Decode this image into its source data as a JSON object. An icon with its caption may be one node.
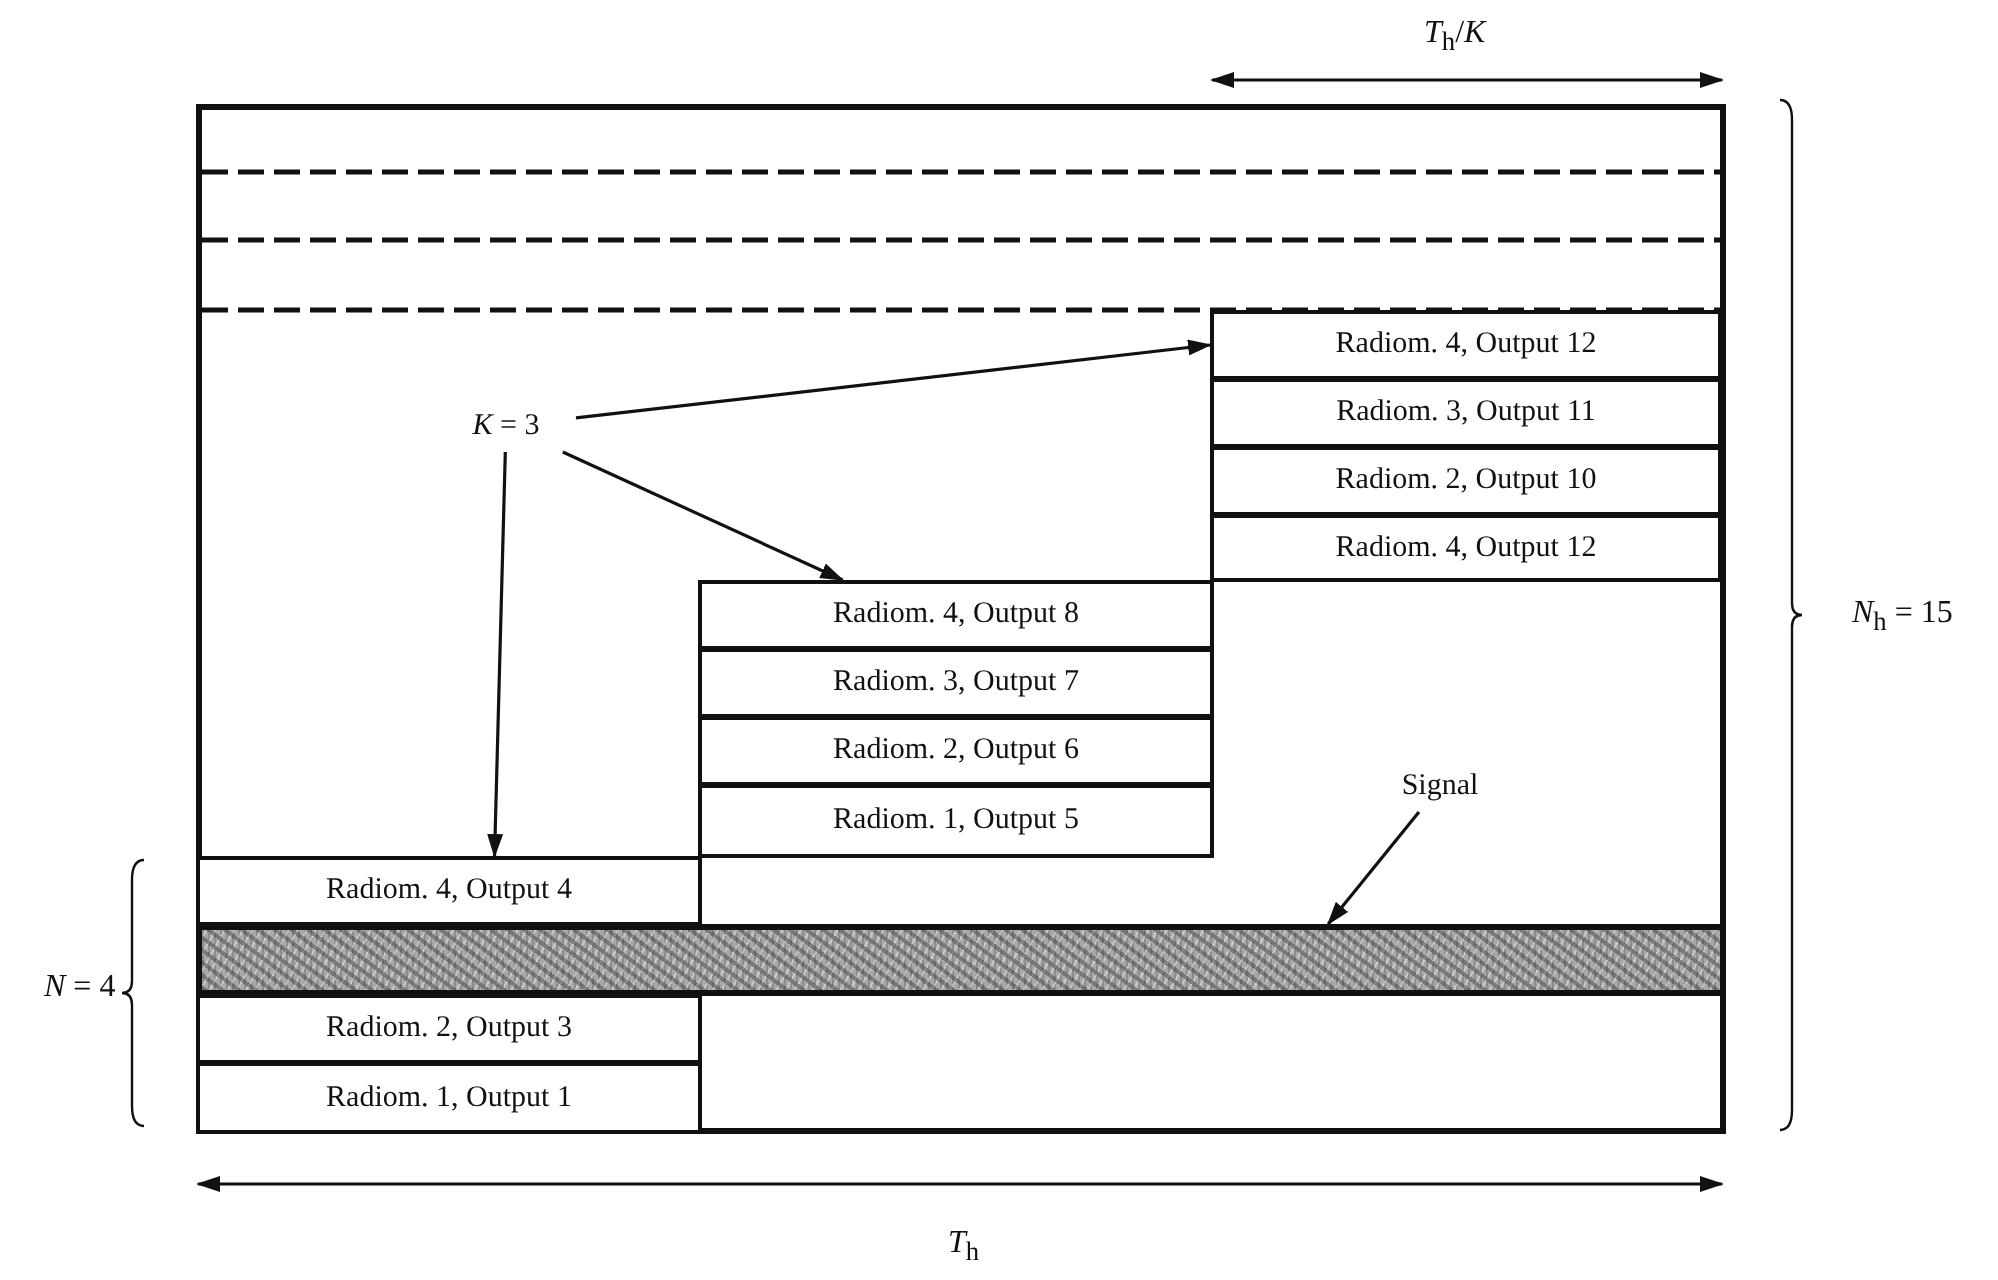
{
  "diagram": {
    "nodes": [
      {
        "text": [],
        "shape": "box"
      },
      {
        "text": [
          "*K* = 3"
        ],
        "in": 0
      },
      {
        "text": [
          "Radiom. 4, Output 12"
        ],
        "in": 0
      },
      {
        "text": [
          "Radiom. 3, Output 11"
        ],
        "in": 0
      },
      {
        "text": [
          "Radiom. 2, Output 10"
        ],
        "in": 0
      },
      {
        "text": [
          "Radiom. 4, Output 12"
        ],
        "in": 0
      },
      {
        "text": [
          "Radiom. 4, Output 8"
        ],
        "in": 0
      },
      {
        "text": [
          "Radiom. 3, Output 7"
        ],
        "in": 0
      },
      {
        "text": [
          "Radiom. 2, Output 6"
        ],
        "in": 0
      },
      {
        "text": [
          "Radiom. 1, Output 5"
        ],
        "in": 0
      },
      {
        "text": [
          "Signal"
        ],
        "in": 0
      },
      {
        "text": [
          "Radiom. 4, Output 4"
        ],
        "in": 0
      },
      {
        "text": [],
        "shape": "bar",
        "in": 0
      },
      {
        "text": [
          "Radiom. 2, Output 3"
        ],
        "in": 0
      },
      {
        "text": [
          "Radiom. 1, Output 1"
        ],
        "in": 0
      }
    ],
    "edges": [
      {
        "from": 1,
        "to": 2,
        "arrow": "to"
      },
      {
        "from": 1,
        "to": 6,
        "arrow": "to"
      },
      {
        "from": 1,
        "to": 11,
        "arrow": "to"
      },
      {
        "from": 10,
        "to": 12,
        "arrow": "to"
      }
    ],
    "labels": [
      "*T*$_{h}$/*K*",
      "*N*$_{h}$ = 15",
      "*N* = 4",
      "*T*$_{h}$"
    ]
  }
}
